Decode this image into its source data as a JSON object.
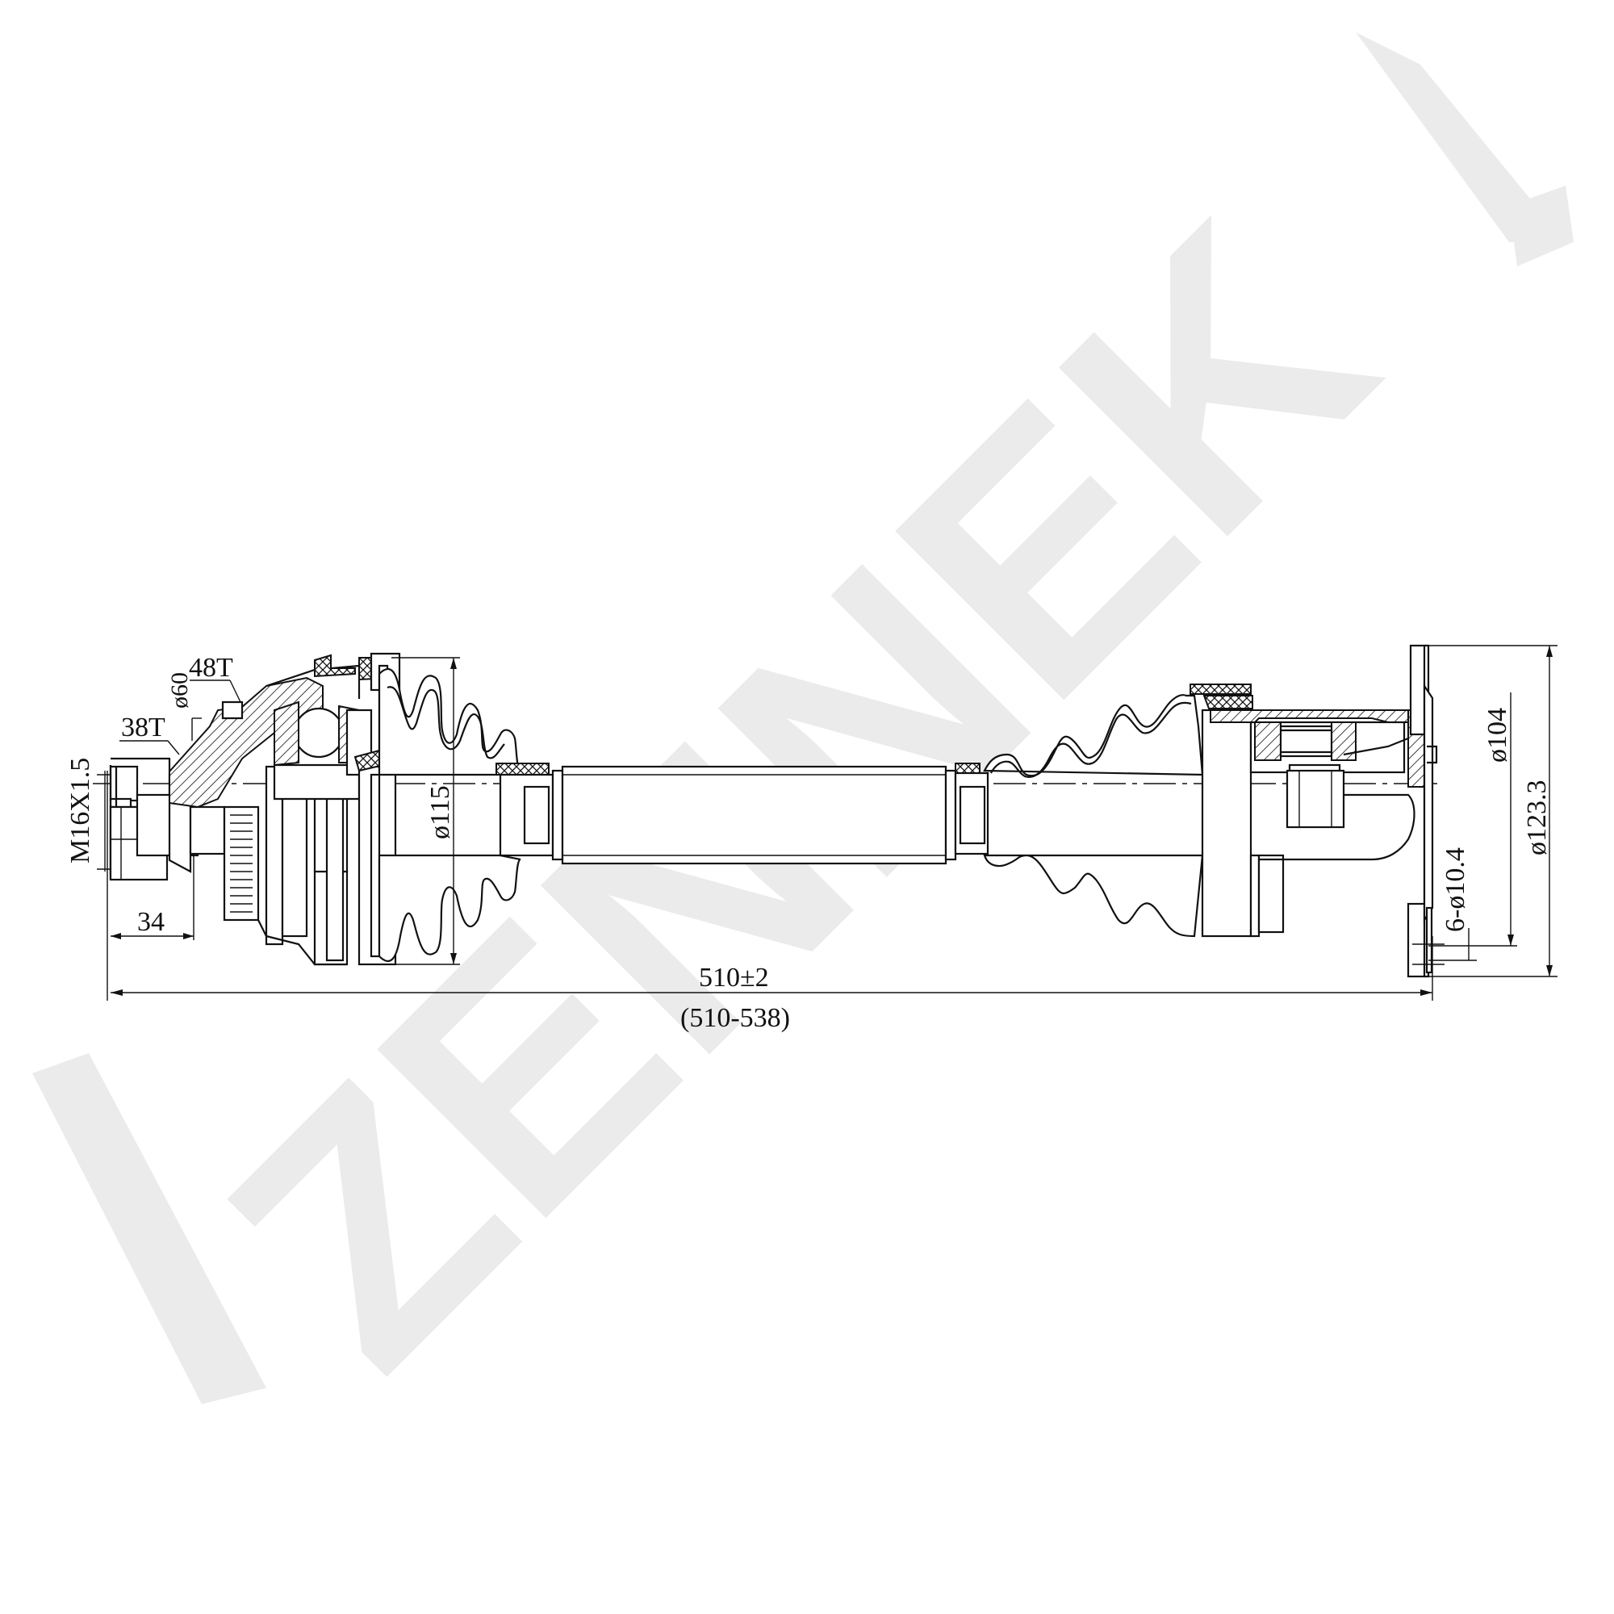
{
  "watermark": {
    "text": "ZENNEK",
    "color": "#ebebeb"
  },
  "drawing": {
    "dimensions": {
      "thread": "M16X1.5",
      "outer_spline": "38T",
      "abs_ring_teeth": "48T",
      "seal_diameter": "ø60",
      "outer_boot_diameter": "ø115",
      "stub_length": "34",
      "overall_length": "510±2",
      "length_range": "(510-538)",
      "flange_inner_diameter": "ø104",
      "flange_outer_diameter": "ø123.3",
      "bolt_holes": "6-ø10.4"
    }
  }
}
